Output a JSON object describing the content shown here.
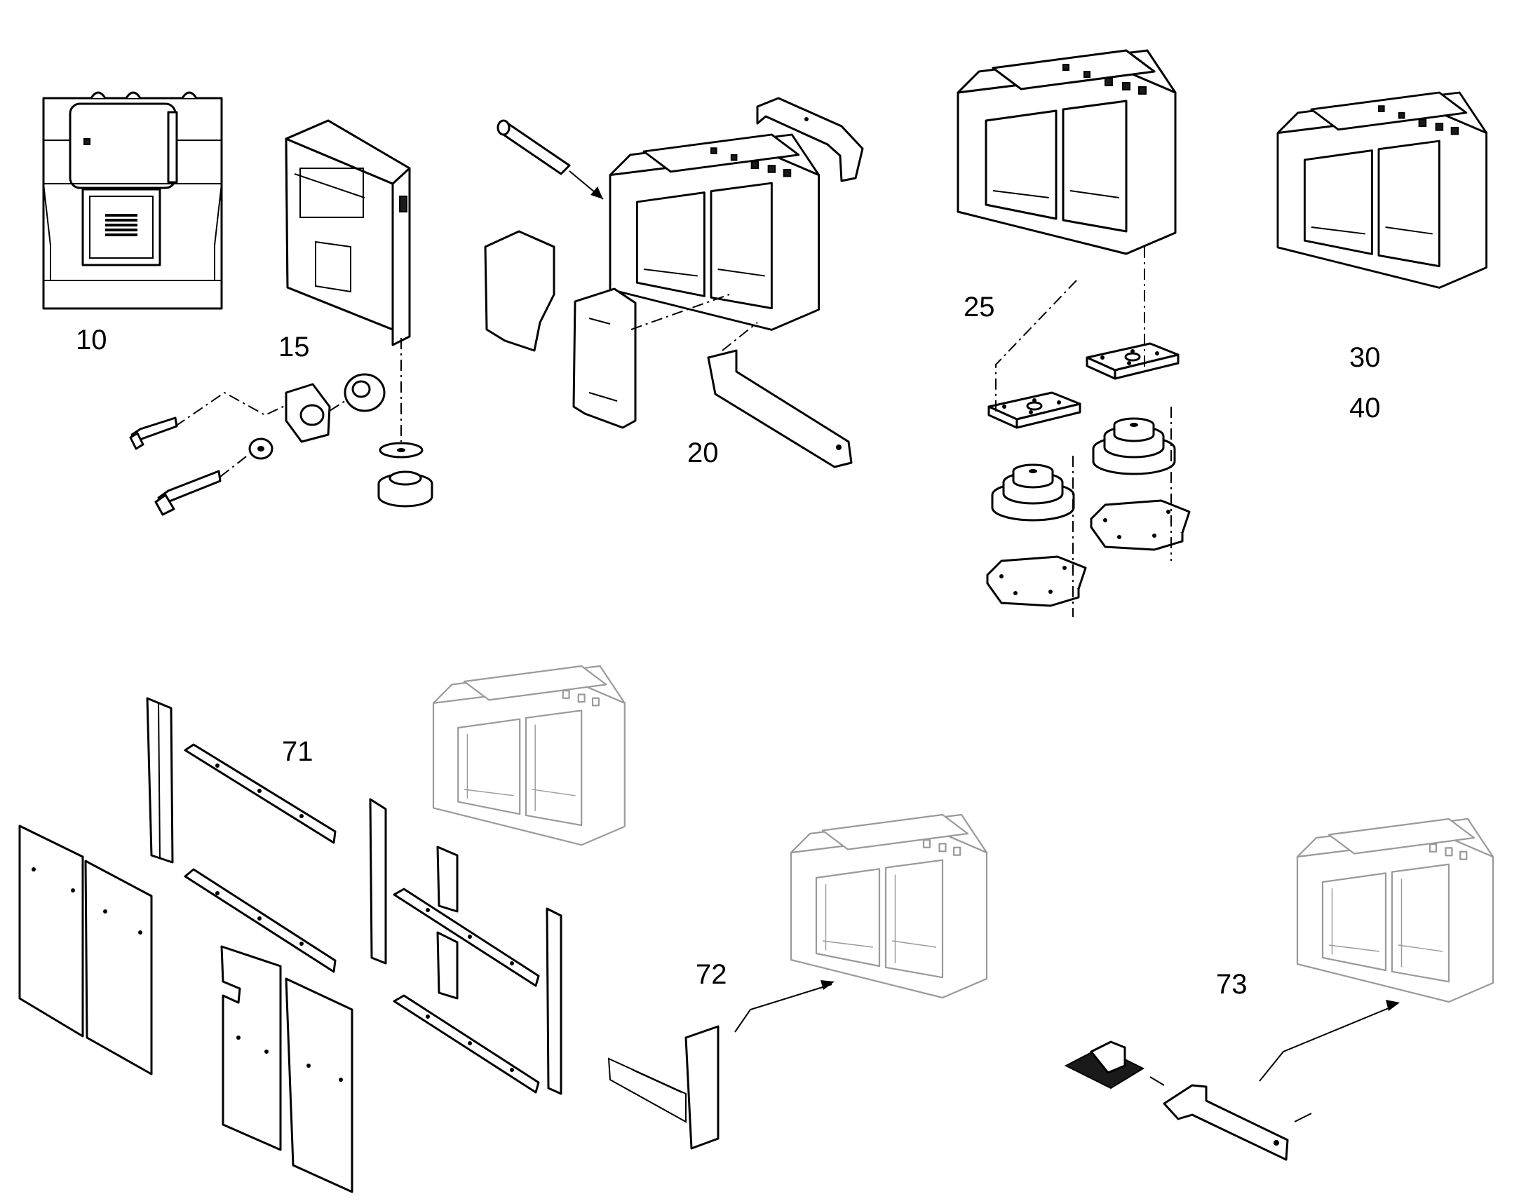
{
  "callouts": {
    "c10": "10",
    "c15": "15",
    "c20": "20",
    "c25": "25",
    "c30": "30",
    "c40": "40",
    "c71": "71",
    "c72": "72",
    "c73": "73"
  }
}
